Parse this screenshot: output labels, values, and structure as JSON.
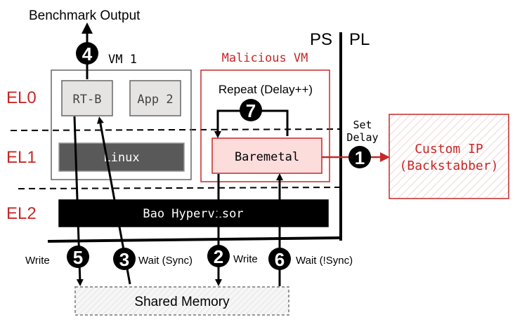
{
  "title": "Benchmark Output",
  "domains": {
    "ps": "PS",
    "pl": "PL"
  },
  "levels": {
    "el0": "EL0",
    "el1": "EL1",
    "el2": "EL2"
  },
  "vm1": {
    "label": "VM 1",
    "rtb": "RT-B",
    "app2": "App 2",
    "linux": "Linux"
  },
  "malicious_vm": {
    "label": "Malicious VM",
    "repeat": "Repeat (Delay++)",
    "baremetal": "Baremetal"
  },
  "hypervisor": "Bao Hypervisor",
  "shared_memory": "Shared Memory",
  "custom_ip": {
    "line1": "Custom IP",
    "line2": "(Backstabber)"
  },
  "set_delay": {
    "line1": "Set",
    "line2": "Delay"
  },
  "steps": {
    "s1": {
      "num": "1",
      "label": ""
    },
    "s2": {
      "num": "2",
      "label": "Write"
    },
    "s3": {
      "num": "3",
      "label": "Wait (Sync)"
    },
    "s4": {
      "num": "4",
      "label": ""
    },
    "s5": {
      "num": "5",
      "label": "Write"
    },
    "s6": {
      "num": "6",
      "label": "Wait (!Sync)"
    },
    "s7": {
      "num": "7",
      "label": ""
    }
  },
  "colors": {
    "accent_red": "#c62828",
    "dark_gray": "#595959",
    "light_gray": "#e6e3e3",
    "pink_fill": "#fddcdc"
  }
}
